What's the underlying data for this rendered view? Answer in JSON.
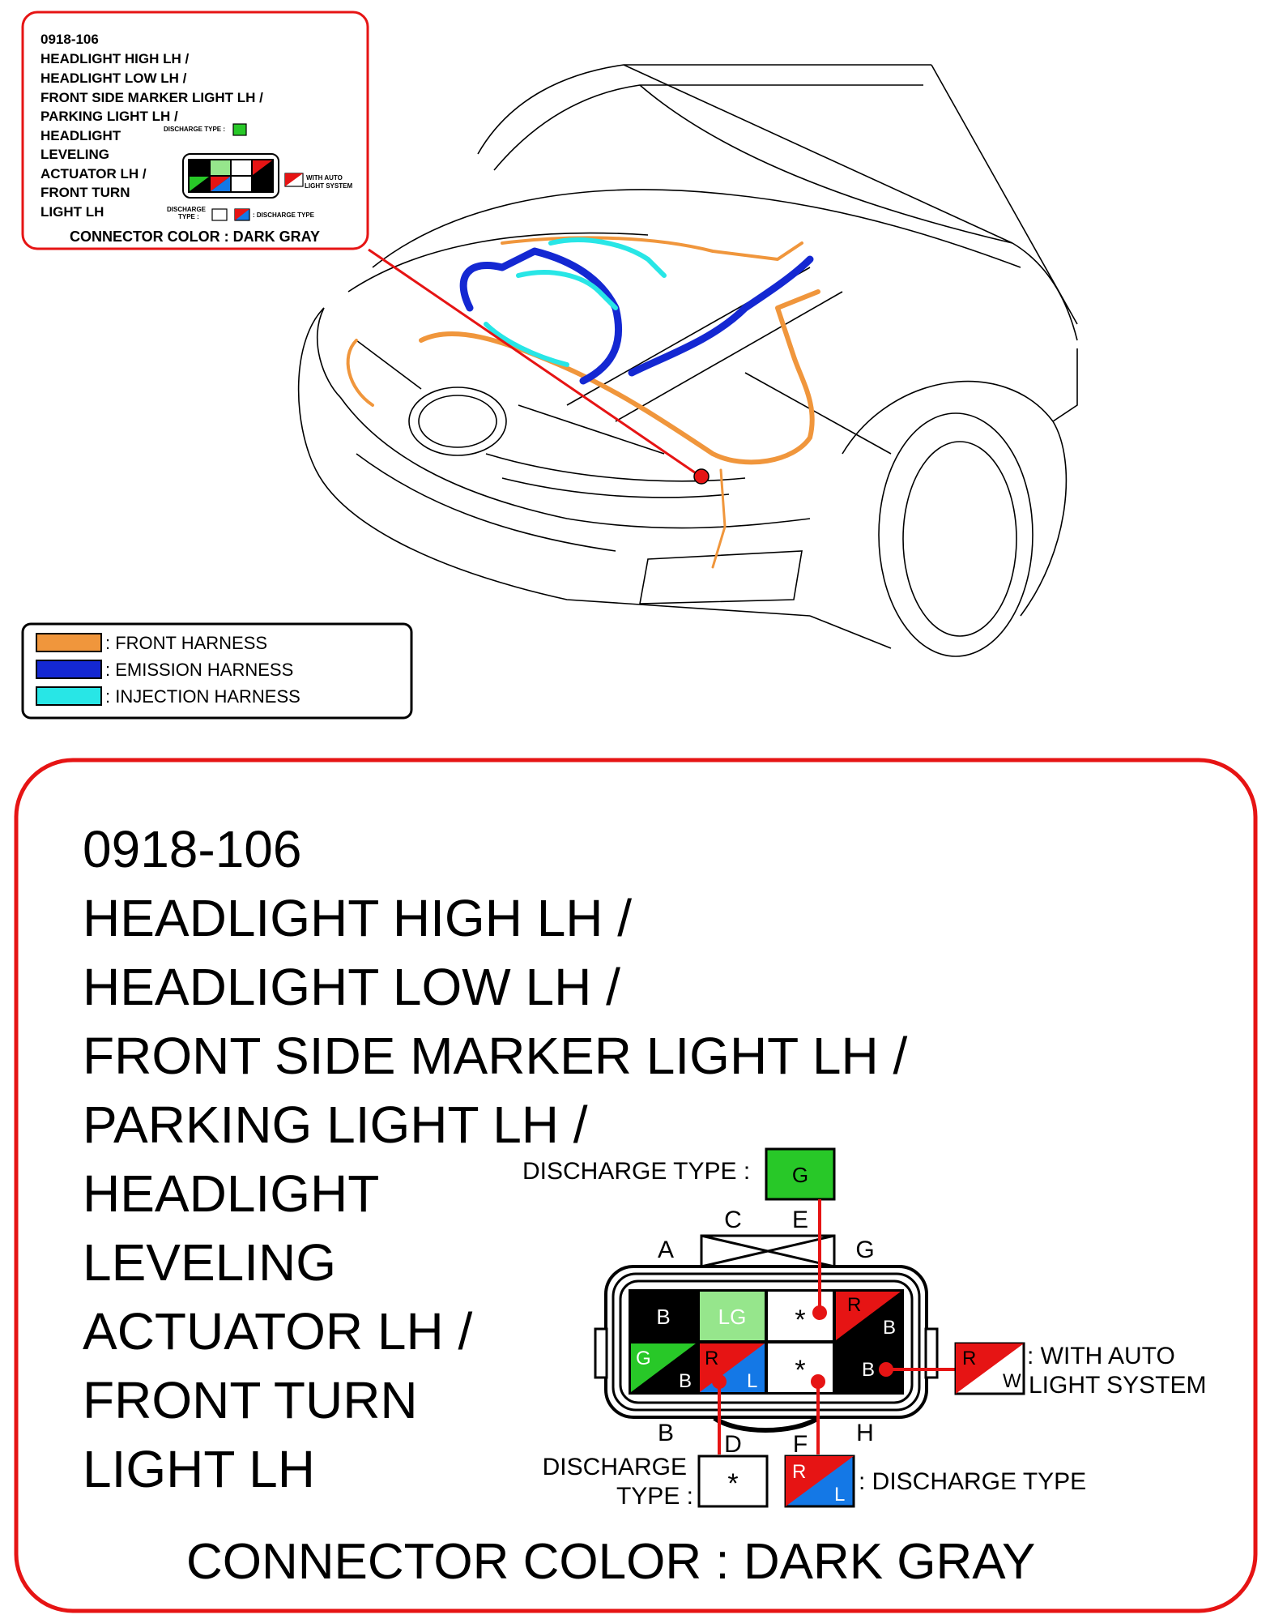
{
  "small_callout": {
    "code": "0918-106",
    "lines": [
      "HEADLIGHT HIGH LH /",
      "HEADLIGHT LOW LH /",
      "FRONT SIDE MARKER LIGHT LH /",
      "PARKING LIGHT LH /",
      "HEADLIGHT",
      "LEVELING",
      "ACTUATOR LH /",
      "FRONT TURN",
      "LIGHT LH"
    ],
    "discharge_type_top": "DISCHARGE TYPE :",
    "with_auto": "WITH AUTO",
    "light_system": "LIGHT SYSTEM",
    "discharge_bottom_1": "DISCHARGE",
    "discharge_bottom_2": "TYPE :",
    "discharge_type_right": ": DISCHARGE TYPE",
    "connector_color": "CONNECTOR COLOR : DARK GRAY"
  },
  "legend": {
    "items": [
      {
        "label": ": FRONT HARNESS",
        "color": "#f0963c"
      },
      {
        "label": ": EMISSION HARNESS",
        "color": "#1428d2"
      },
      {
        "label": ": INJECTION HARNESS",
        "color": "#28e6e6"
      }
    ]
  },
  "detail": {
    "code": "0918-106",
    "lines": [
      "HEADLIGHT HIGH LH /",
      "HEADLIGHT LOW LH /",
      "FRONT SIDE MARKER LIGHT LH /",
      "PARKING LIGHT LH /",
      "HEADLIGHT",
      "LEVELING",
      "ACTUATOR LH /",
      "FRONT TURN",
      "LIGHT LH"
    ],
    "discharge_type_top": "DISCHARGE TYPE :",
    "discharge_type_top_wire": "G",
    "pin_labels": {
      "A": "A",
      "B": "B",
      "C": "C",
      "D": "D",
      "E": "E",
      "F": "F",
      "G": "G",
      "H": "H"
    },
    "cells": {
      "a": "B",
      "c": "LG",
      "e": "*",
      "g_r": "R",
      "g_b": "B",
      "b_g": "G",
      "b_b": "B",
      "d_r": "R",
      "d_l": "L",
      "f": "*",
      "h": "B"
    },
    "with_auto_r": "R",
    "with_auto_w": "W",
    "with_auto": ": WITH AUTO",
    "light_system": "LIGHT SYSTEM",
    "discharge_bottom_1": "DISCHARGE",
    "discharge_bottom_2": "TYPE :",
    "discharge_bottom_wire": "*",
    "discharge_right_r": "R",
    "discharge_right_l": "L",
    "discharge_type_right": ": DISCHARGE TYPE",
    "connector_color": "CONNECTOR COLOR : DARK GRAY"
  },
  "colors": {
    "callout_border": "#e61414",
    "black": "#000000",
    "lg": "#96e68c",
    "green": "#28c828",
    "red": "#e61414",
    "blue": "#1478e6"
  }
}
